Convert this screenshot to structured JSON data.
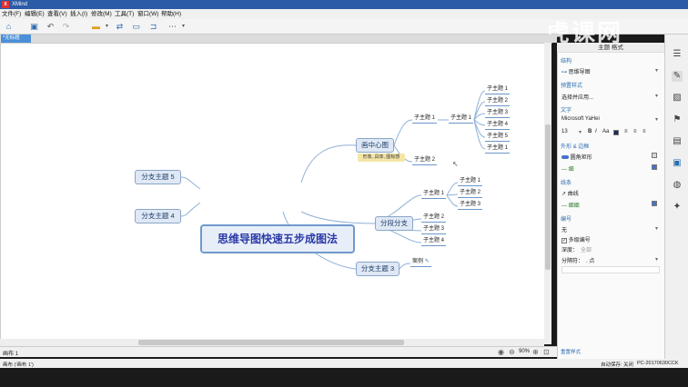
{
  "window": {
    "title": "XMind"
  },
  "menu": [
    "文件(F)",
    "编辑(E)",
    "查看(V)",
    "插入(I)",
    "修改(M)",
    "工具(T)",
    "窗口(W)",
    "帮助(H)"
  ],
  "tab": {
    "label": "*无标题"
  },
  "watermark": "虎课网",
  "map": {
    "central": "思维导图快速五步成图法",
    "branches": {
      "b1": "画中心图",
      "b2": "分段分支",
      "b3": "分支主题 3",
      "b4": "分支主题 4",
      "b5": "分支主题 5"
    },
    "b1_callout": "形象, 具体, 图标感",
    "b1_children": [
      "子主题 1",
      "子主题 2"
    ],
    "b1_grandchild": "子主题 1",
    "b1_leaves": [
      "子主题 1",
      "子主题 2",
      "子主题 3",
      "子主题 4",
      "子主题 5",
      "子主题 1"
    ],
    "b2_children": [
      "子主题 1",
      "子主题 2",
      "子主题 3",
      "子主题 4"
    ],
    "b2_leaves": [
      "子主题 1",
      "子主题 2",
      "子主题 3"
    ],
    "b3_child": "案例"
  },
  "sheet": {
    "name": "画布 1",
    "zoom": "90%"
  },
  "status": {
    "left": "画布 ('画布 1')",
    "autosave": "自动保存: 关闭",
    "computer": "PC-20170630CCK"
  },
  "panel": {
    "header": "主题 格式",
    "structure_label": "结构",
    "structure_value": "思维导图",
    "topic_style_label": "预置样式",
    "topic_style_value": "选择并应用...",
    "text_label": "文字",
    "font": "Microsoft YaHei",
    "font_size": "13",
    "shape_label": "外形 & 边框",
    "shape_value": "圆角矩形",
    "border_value": "— 细",
    "line_label": "线条",
    "line_value": "曲线",
    "line_width": "— 细细",
    "numbering_label": "编号",
    "numbering_value": "无",
    "multi_level": "多级编号",
    "depth_label": "深度：",
    "depth_value": "全部",
    "separator_label": "分隔符：",
    "separator_value": ". 点",
    "reset": "重置样式"
  },
  "colors": {
    "accent": "#2b5aa7",
    "node_fill": "#dfe8f4",
    "node_border": "#8aa6c8",
    "callout": "#f4e6a8"
  }
}
